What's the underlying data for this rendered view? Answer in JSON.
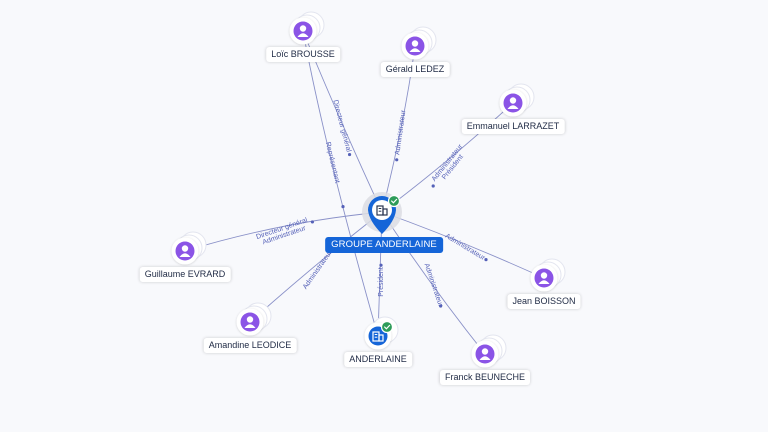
{
  "center": {
    "label": "GROUPE ANDERLAINE",
    "icon": "building-icon",
    "verified": true
  },
  "people": [
    {
      "id": "brousse",
      "label": "Loïc BROUSSE"
    },
    {
      "id": "ledez",
      "label": "Gérald LEDEZ"
    },
    {
      "id": "larrazet",
      "label": "Emmanuel LARRAZET"
    },
    {
      "id": "evrard",
      "label": "Guillaume EVRARD"
    },
    {
      "id": "boisson",
      "label": "Jean BOISSON"
    },
    {
      "id": "leodice",
      "label": "Amandine LEODICE"
    },
    {
      "id": "beuneche",
      "label": "Franck BEUNECHE"
    }
  ],
  "companies": [
    {
      "id": "anderlaine",
      "label": "ANDERLAINE",
      "icon": "building-icon",
      "verified": true
    }
  ],
  "edges": [
    {
      "from": "brousse",
      "to": "center",
      "labels": [
        "Directeur général"
      ]
    },
    {
      "from": "brousse",
      "to": "anderlaine",
      "labels": [
        "Représentant"
      ]
    },
    {
      "from": "ledez",
      "to": "center",
      "labels": [
        "Administrateur"
      ]
    },
    {
      "from": "larrazet",
      "to": "center",
      "labels": [
        "Président",
        "Administrateur"
      ]
    },
    {
      "from": "evrard",
      "to": "center",
      "labels": [
        "Directeur général",
        "Administrateur"
      ]
    },
    {
      "from": "boisson",
      "to": "center",
      "labels": [
        "Administrateur"
      ]
    },
    {
      "from": "leodice",
      "to": "center",
      "labels": [
        "Administrateur"
      ]
    },
    {
      "from": "beuneche",
      "to": "center",
      "labels": [
        "Administrateur"
      ]
    },
    {
      "from": "center",
      "to": "anderlaine",
      "labels": [
        "Président"
      ]
    }
  ],
  "colors": {
    "person": "#8b54e6",
    "company": "#1565d8",
    "edge": "#8a91c8",
    "edge_label": "#5561b8",
    "verified": "#2e9c5a"
  }
}
